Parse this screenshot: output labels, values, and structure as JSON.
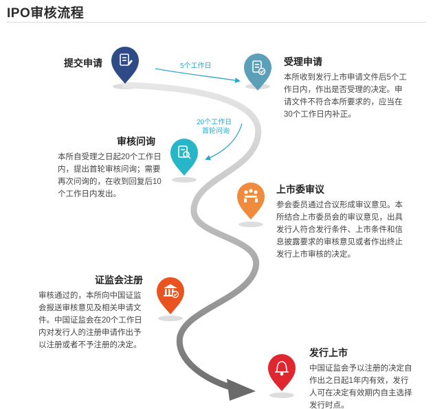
{
  "header": {
    "title": "IPO审核流程"
  },
  "timing": {
    "submit_to_accept": "5个工作日",
    "first_review_line1": "20个工作日",
    "first_review_line2": "首轮问询"
  },
  "steps": [
    {
      "key": "submit",
      "title": "提交申请",
      "icon": "document-edit-icon",
      "color": "#2e4a87",
      "desc": []
    },
    {
      "key": "accept",
      "title": "受理申请",
      "icon": "document-check-icon",
      "color": "#5ba0b8",
      "desc": [
        "本所收到发行上市申请文件后5个工",
        "作日内，作出是否受理的决定。申",
        "请文件不符合本所要求的，应当在",
        "30个工作日内补正。"
      ]
    },
    {
      "key": "inquiry",
      "title": "审核问询",
      "icon": "document-search-icon",
      "color": "#26b6c8",
      "desc": [
        "本所自受理之日起20个工作日",
        "内，提出首轮审核问询；需要",
        "再次问询的，在收到回复后10",
        "个工作日内发出。"
      ]
    },
    {
      "key": "committee",
      "title": "上市委审议",
      "icon": "meeting-icon",
      "color": "#f08a3c",
      "desc": [
        "参会委员通过合议形成审议意见。本",
        "所结合上市委员会的审议意见，出具",
        "发行人符合发行条件、上市条件和信",
        "息披露要求的审核意见或者作出终止",
        "发行上市审核的决定。"
      ]
    },
    {
      "key": "register",
      "title": "证监会注册",
      "icon": "institution-icon",
      "color": "#e8531f",
      "desc": [
        "审核通过的，本所向中国证监",
        "会报送审核意见及相关申请文",
        "件。中国证监会在20个工作日",
        "内对发行人的注册申请作出予",
        "以注册或者不予注册的决定。"
      ]
    },
    {
      "key": "listing",
      "title": "发行上市",
      "icon": "bell-icon",
      "color": "#e0262f",
      "desc": [
        "中国证监会予以注册的决定自",
        "作出之日起1年内有效，发行",
        "人可在决定有效期内自主选择",
        "发行时点。"
      ]
    }
  ]
}
